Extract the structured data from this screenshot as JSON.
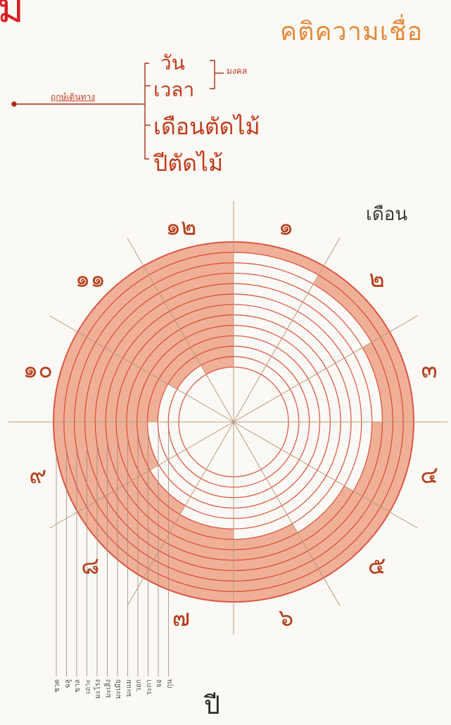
{
  "header": {
    "title_fragment": "ม",
    "right_heading": "คติความเชื่อ"
  },
  "tree": {
    "root": "ฤกษ์เดินทาง",
    "branches": [
      "วัน",
      "เวลา",
      "เดือนตัดไม้",
      "ปีตัดไม้"
    ],
    "group_label": "มงคล"
  },
  "wheel": {
    "month_heading": "เดือน",
    "year_heading": "ปี",
    "months": [
      "๑",
      "๒",
      "๓",
      "๔",
      "๕",
      "๖",
      "๗",
      "๘",
      "๙",
      "๑๐",
      "๑๑",
      "๑๒"
    ],
    "years": [
      "ชวด",
      "ฉลู",
      "ขาล",
      "เถาะ",
      "มะโรง",
      "มะเส็ง",
      "มะเมีย",
      "มะแม",
      "วอก",
      "ระกา",
      "จอ",
      "กุน"
    ],
    "ring_color": "#d9402a",
    "fill_color": "#e8744a",
    "spoke_color": "#b99a7a"
  }
}
